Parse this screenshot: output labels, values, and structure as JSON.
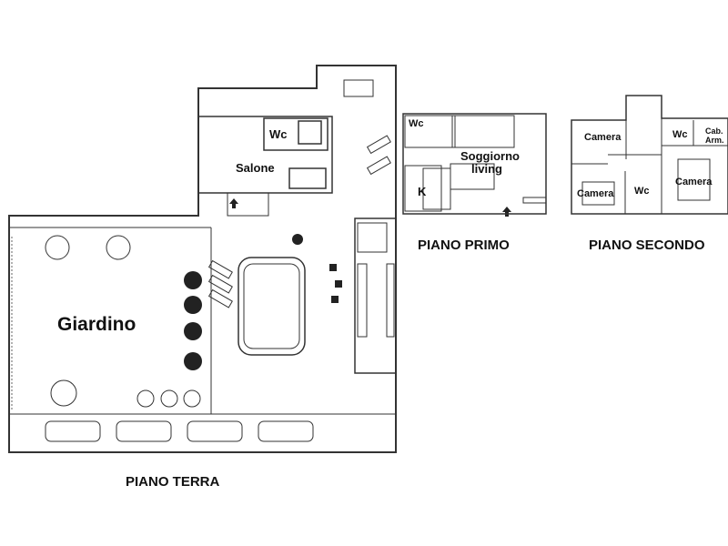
{
  "ground_floor": {
    "title": "PIANO TERRA",
    "rooms": {
      "salone": "Salone",
      "wc": "Wc",
      "giardino": "Giardino"
    }
  },
  "first_floor": {
    "title": "PIANO PRIMO",
    "rooms": {
      "wc": "Wc",
      "soggiorno": "Soggiorno",
      "living": "living",
      "kitchen": "K"
    }
  },
  "second_floor": {
    "title": "PIANO SECONDO",
    "rooms": {
      "camera_tl": "Camera",
      "wc_top": "Wc",
      "cab": "Cab.",
      "arm": "Arm.",
      "camera_bl": "Camera",
      "wc_mid": "Wc",
      "camera_r": "Camera"
    }
  }
}
